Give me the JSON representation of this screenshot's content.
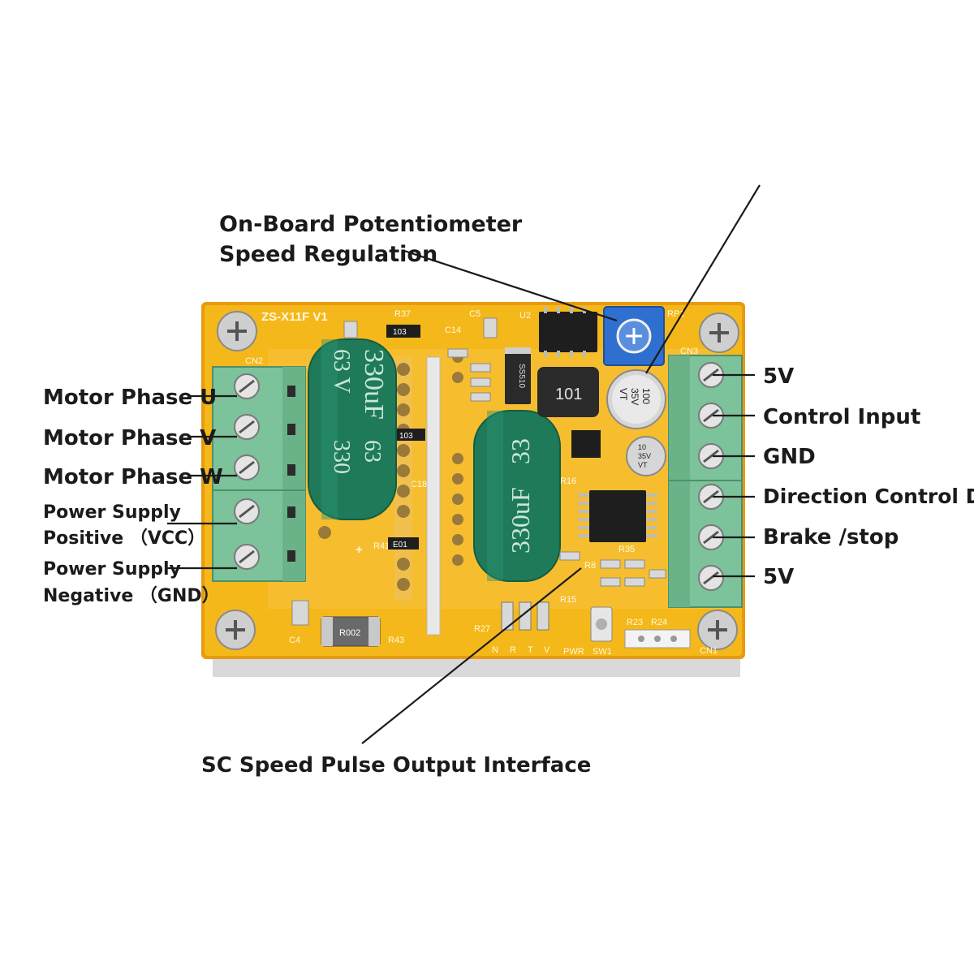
{
  "board": {
    "model_silkscreen": "ZS-X11F V1",
    "connector_left": "CN2",
    "connector_right": "CN3",
    "connector_bottom": "CN1",
    "pot_ref": "RP1",
    "silk_refs": [
      "R37",
      "C5",
      "U2",
      "C14",
      "C18",
      "R16",
      "R35",
      "R43",
      "C4",
      "R23",
      "R24",
      "R27",
      "R8",
      "R15",
      "R41"
    ],
    "bottom_pins": [
      "N",
      "R",
      "T",
      "V"
    ],
    "bottom_marks": [
      "PWR",
      "SW1"
    ],
    "colors": {
      "pcb": "#f5b81a",
      "pcb_edge": "#e89a10",
      "terminal": "#7cc29a",
      "capacitor": "#1f7a5a",
      "heatsink": "#d9d9d9",
      "potentiometer": "#2f6fd0"
    }
  },
  "components": {
    "cap_big_1": "330uF 63V",
    "cap_big_1_text": [
      "330uF",
      "63 V",
      "330",
      "63"
    ],
    "cap_big_2_text": [
      "330uF",
      "33"
    ],
    "cap_small_1": [
      "100",
      "35V",
      "VT"
    ],
    "cap_small_2": [
      "10",
      "35V",
      "VT"
    ],
    "inductor": "101",
    "diode": "SS510",
    "resistor_codes": [
      "103",
      "103",
      "E01",
      "R002"
    ]
  },
  "labels": {
    "potentiometer": [
      "On-Board Potentiometer",
      "Speed Regulation"
    ],
    "left": [
      {
        "lines": [
          "Motor Phase U"
        ],
        "icon": "screw-terminal"
      },
      {
        "lines": [
          "Motor Phase V"
        ],
        "icon": "screw-terminal"
      },
      {
        "lines": [
          "Motor Phase W"
        ],
        "icon": "screw-terminal"
      },
      {
        "lines": [
          "Power Supply",
          "Positive （VCC）"
        ],
        "icon": "screw-terminal"
      },
      {
        "lines": [
          "Power Supply",
          "Negative （GND）"
        ],
        "icon": "screw-terminal"
      }
    ],
    "right": [
      {
        "lines": [
          "5V"
        ]
      },
      {
        "lines": [
          "Control Input"
        ]
      },
      {
        "lines": [
          "GND"
        ]
      },
      {
        "lines": [
          "Direction Control DIR"
        ]
      },
      {
        "lines": [
          "Brake /stop"
        ]
      },
      {
        "lines": [
          "5V"
        ]
      }
    ],
    "bottom": "SC Speed Pulse Output Interface"
  }
}
